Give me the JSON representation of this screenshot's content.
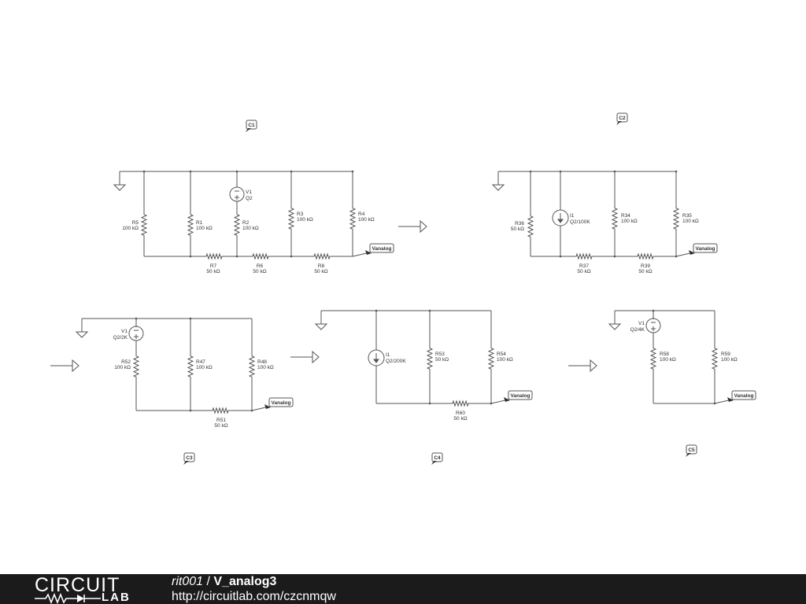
{
  "annotations": [
    "C1",
    "C2",
    "C3",
    "C4",
    "C5"
  ],
  "components": {
    "R5": {
      "name": "R5",
      "value": "100 kΩ"
    },
    "R1": {
      "name": "R1",
      "value": "100 kΩ"
    },
    "R2": {
      "name": "R2",
      "value": "100 kΩ"
    },
    "R3": {
      "name": "R3",
      "value": "100 kΩ"
    },
    "R4": {
      "name": "R4",
      "value": "100 kΩ"
    },
    "R7": {
      "name": "R7",
      "value": "50 kΩ"
    },
    "R6": {
      "name": "R6",
      "value": "50 kΩ"
    },
    "R8": {
      "name": "R8",
      "value": "50 kΩ"
    },
    "V1a": {
      "name": "V1",
      "value": "Q2"
    },
    "R36": {
      "name": "R36",
      "value": "50 kΩ"
    },
    "I1a": {
      "name": "I1",
      "value": "Q2/100K"
    },
    "R34": {
      "name": "R34",
      "value": "100 kΩ"
    },
    "R35": {
      "name": "R35",
      "value": "100 kΩ"
    },
    "R37": {
      "name": "R37",
      "value": "50 kΩ"
    },
    "R39": {
      "name": "R39",
      "value": "50 kΩ"
    },
    "V1b": {
      "name": "V1",
      "value": "Q2/2K"
    },
    "R52": {
      "name": "R52",
      "value": "100 kΩ"
    },
    "R47": {
      "name": "R47",
      "value": "100 kΩ"
    },
    "R48": {
      "name": "R48",
      "value": "100 kΩ"
    },
    "R51": {
      "name": "R51",
      "value": "50 kΩ"
    },
    "I1b": {
      "name": "I1",
      "value": "Q2/200K"
    },
    "R53": {
      "name": "R53",
      "value": "50 kΩ"
    },
    "R54": {
      "name": "R54",
      "value": "100 kΩ"
    },
    "R60": {
      "name": "R60",
      "value": "50 kΩ"
    },
    "V1c": {
      "name": "V1",
      "value": "Q2/4K"
    },
    "R58": {
      "name": "R58",
      "value": "100 kΩ"
    },
    "R59": {
      "name": "R59",
      "value": "100 kΩ"
    }
  },
  "probe_label": "Vanalog",
  "footer": {
    "brand_top": "CIRCUIT",
    "brand_bottom": "LAB",
    "author": "rit001",
    "separator": " / ",
    "project": "V_analog3",
    "url": "http://circuitlab.com/czcnmqw"
  }
}
